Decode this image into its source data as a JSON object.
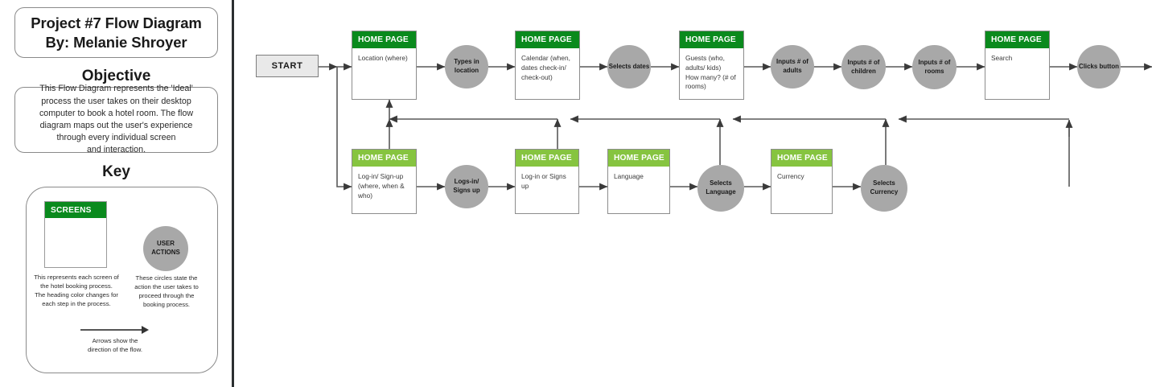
{
  "panel": {
    "title_line1": "Project #7 Flow Diagram",
    "title_line2": "By: Melanie Shroyer",
    "objective_heading": "Objective",
    "objective_text": "This Flow Diagram represents the 'Ideal'\nprocess the user takes on their desktop\ncomputer to book a hotel room. The flow\ndiagram maps out the user's experience\nthrough every individual screen\nand interaction.",
    "key_heading": "Key",
    "key": {
      "screen_header": "SCREENS",
      "screen_caption": "This represents each screen of\nthe hotel booking process.\nThe heading color changes for\neach step in the process.",
      "circle_label": "USER\nACTIONS",
      "circle_caption": "These circles state the\naction the user takes to\nproceed through the\nbooking process.",
      "arrow_caption": "Arrows show the\ndirection of the flow."
    }
  },
  "diagram": {
    "start_label": "START",
    "colors": {
      "dark_green": "#0a8a1d",
      "light_green": "#86c440",
      "circle_gray": "#a8a8a8",
      "start_gray": "#e9e9e9",
      "edge_gray": "#595959",
      "divider": "#2b2f31"
    },
    "top_row": [
      {
        "type": "screen",
        "header": "HOME PAGE",
        "header_color": "dark-green",
        "body": "Location (where)"
      },
      {
        "type": "circle",
        "label": "Types in\nlocation"
      },
      {
        "type": "screen",
        "header": "HOME PAGE",
        "header_color": "dark-green",
        "body": "Calendar (when,\ndates check-in/\ncheck-out)"
      },
      {
        "type": "circle",
        "label": "Selects\ndates"
      },
      {
        "type": "screen",
        "header": "HOME PAGE",
        "header_color": "dark-green",
        "body": "Guests (who,\nadults/ kids)\nHow many? (# of\nrooms)"
      },
      {
        "type": "circle",
        "label": "Inputs #\nof adults"
      },
      {
        "type": "circle",
        "label": "Inputs #\nof\nchildren"
      },
      {
        "type": "circle",
        "label": "Inputs #\nof rooms"
      },
      {
        "type": "screen",
        "header": "HOME PAGE",
        "header_color": "dark-green",
        "body": "Search"
      },
      {
        "type": "circle",
        "label": "Clicks\nbutton"
      }
    ],
    "bottom_row": [
      {
        "type": "screen",
        "header": "HOME PAGE",
        "header_color": "light-green",
        "body": "Log-in/ Sign-up\n(where, when &\nwho)"
      },
      {
        "type": "circle",
        "label": "Logs-in/\nSigns up"
      },
      {
        "type": "screen",
        "header": "HOME PAGE",
        "header_color": "light-green",
        "body": "Log-in or Signs up"
      },
      {
        "type": "screen",
        "header": "HOME PAGE",
        "header_color": "light-green",
        "body": "Language"
      },
      {
        "type": "circle",
        "label": "Selects\nLanguage"
      },
      {
        "type": "screen",
        "header": "HOME PAGE",
        "header_color": "light-green",
        "body": "Currency"
      },
      {
        "type": "circle",
        "label": "Selects\nCurrency"
      }
    ]
  }
}
